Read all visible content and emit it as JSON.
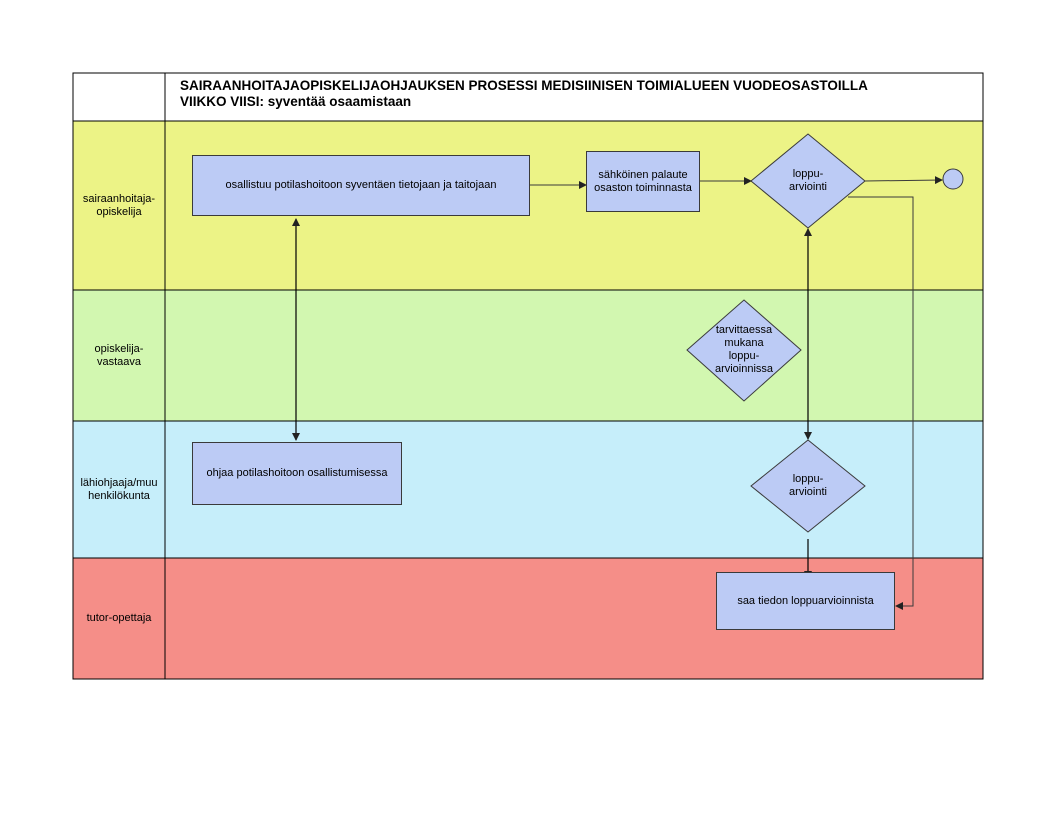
{
  "header": {
    "title_line1": "SAIRAANHOITAJAOPISKELIJAOHJAUKSEN PROSESSI MEDISIINISEN TOIMIALUEEN VUODEOSASTOILLA",
    "title_line2_prefix": "VIIKKO VIISI: ",
    "title_line2_rest": "syventää osaamistaan"
  },
  "lanes": [
    {
      "label_line1": "sairaanhoitaja-",
      "label_line2": "opiskelija",
      "color": "#ecf386"
    },
    {
      "label_line1": "opiskelija-",
      "label_line2": "vastaava",
      "color": "#d2f7b0"
    },
    {
      "label_line1": "lähiohjaaja/muu",
      "label_line2": "henkilökunta",
      "color": "#c6eefa"
    },
    {
      "label_line1": "tutor-opettaja",
      "label_line2": "",
      "color": "#f58e88"
    }
  ],
  "nodes": {
    "osallistuu": "osallistuu potilashoitoon syventäen tietojaan ja taitojaan",
    "palaute_line1": "sähköinen palaute",
    "palaute_line2": "osaston toiminnasta",
    "loppuarviointi_top_line1": "loppu-",
    "loppuarviointi_top_line2": "arviointi",
    "tarvittaessa_line1": "tarvittaessa",
    "tarvittaessa_line2": "mukana",
    "tarvittaessa_line3": "loppu-",
    "tarvittaessa_line4": "arvioinnissa",
    "ohjaa": "ohjaa potilashoitoon osallistumisessa",
    "loppuarviointi_mid_line1": "loppu-",
    "loppuarviointi_mid_line2": "arviointi",
    "saa_tiedon": "saa tiedon loppuarvioinnista"
  },
  "colors": {
    "box_fill": "#bccbf5",
    "diamond_fill": "#bccbf5",
    "end_fill": "#bccbf5",
    "line": "#3a3a3a"
  }
}
